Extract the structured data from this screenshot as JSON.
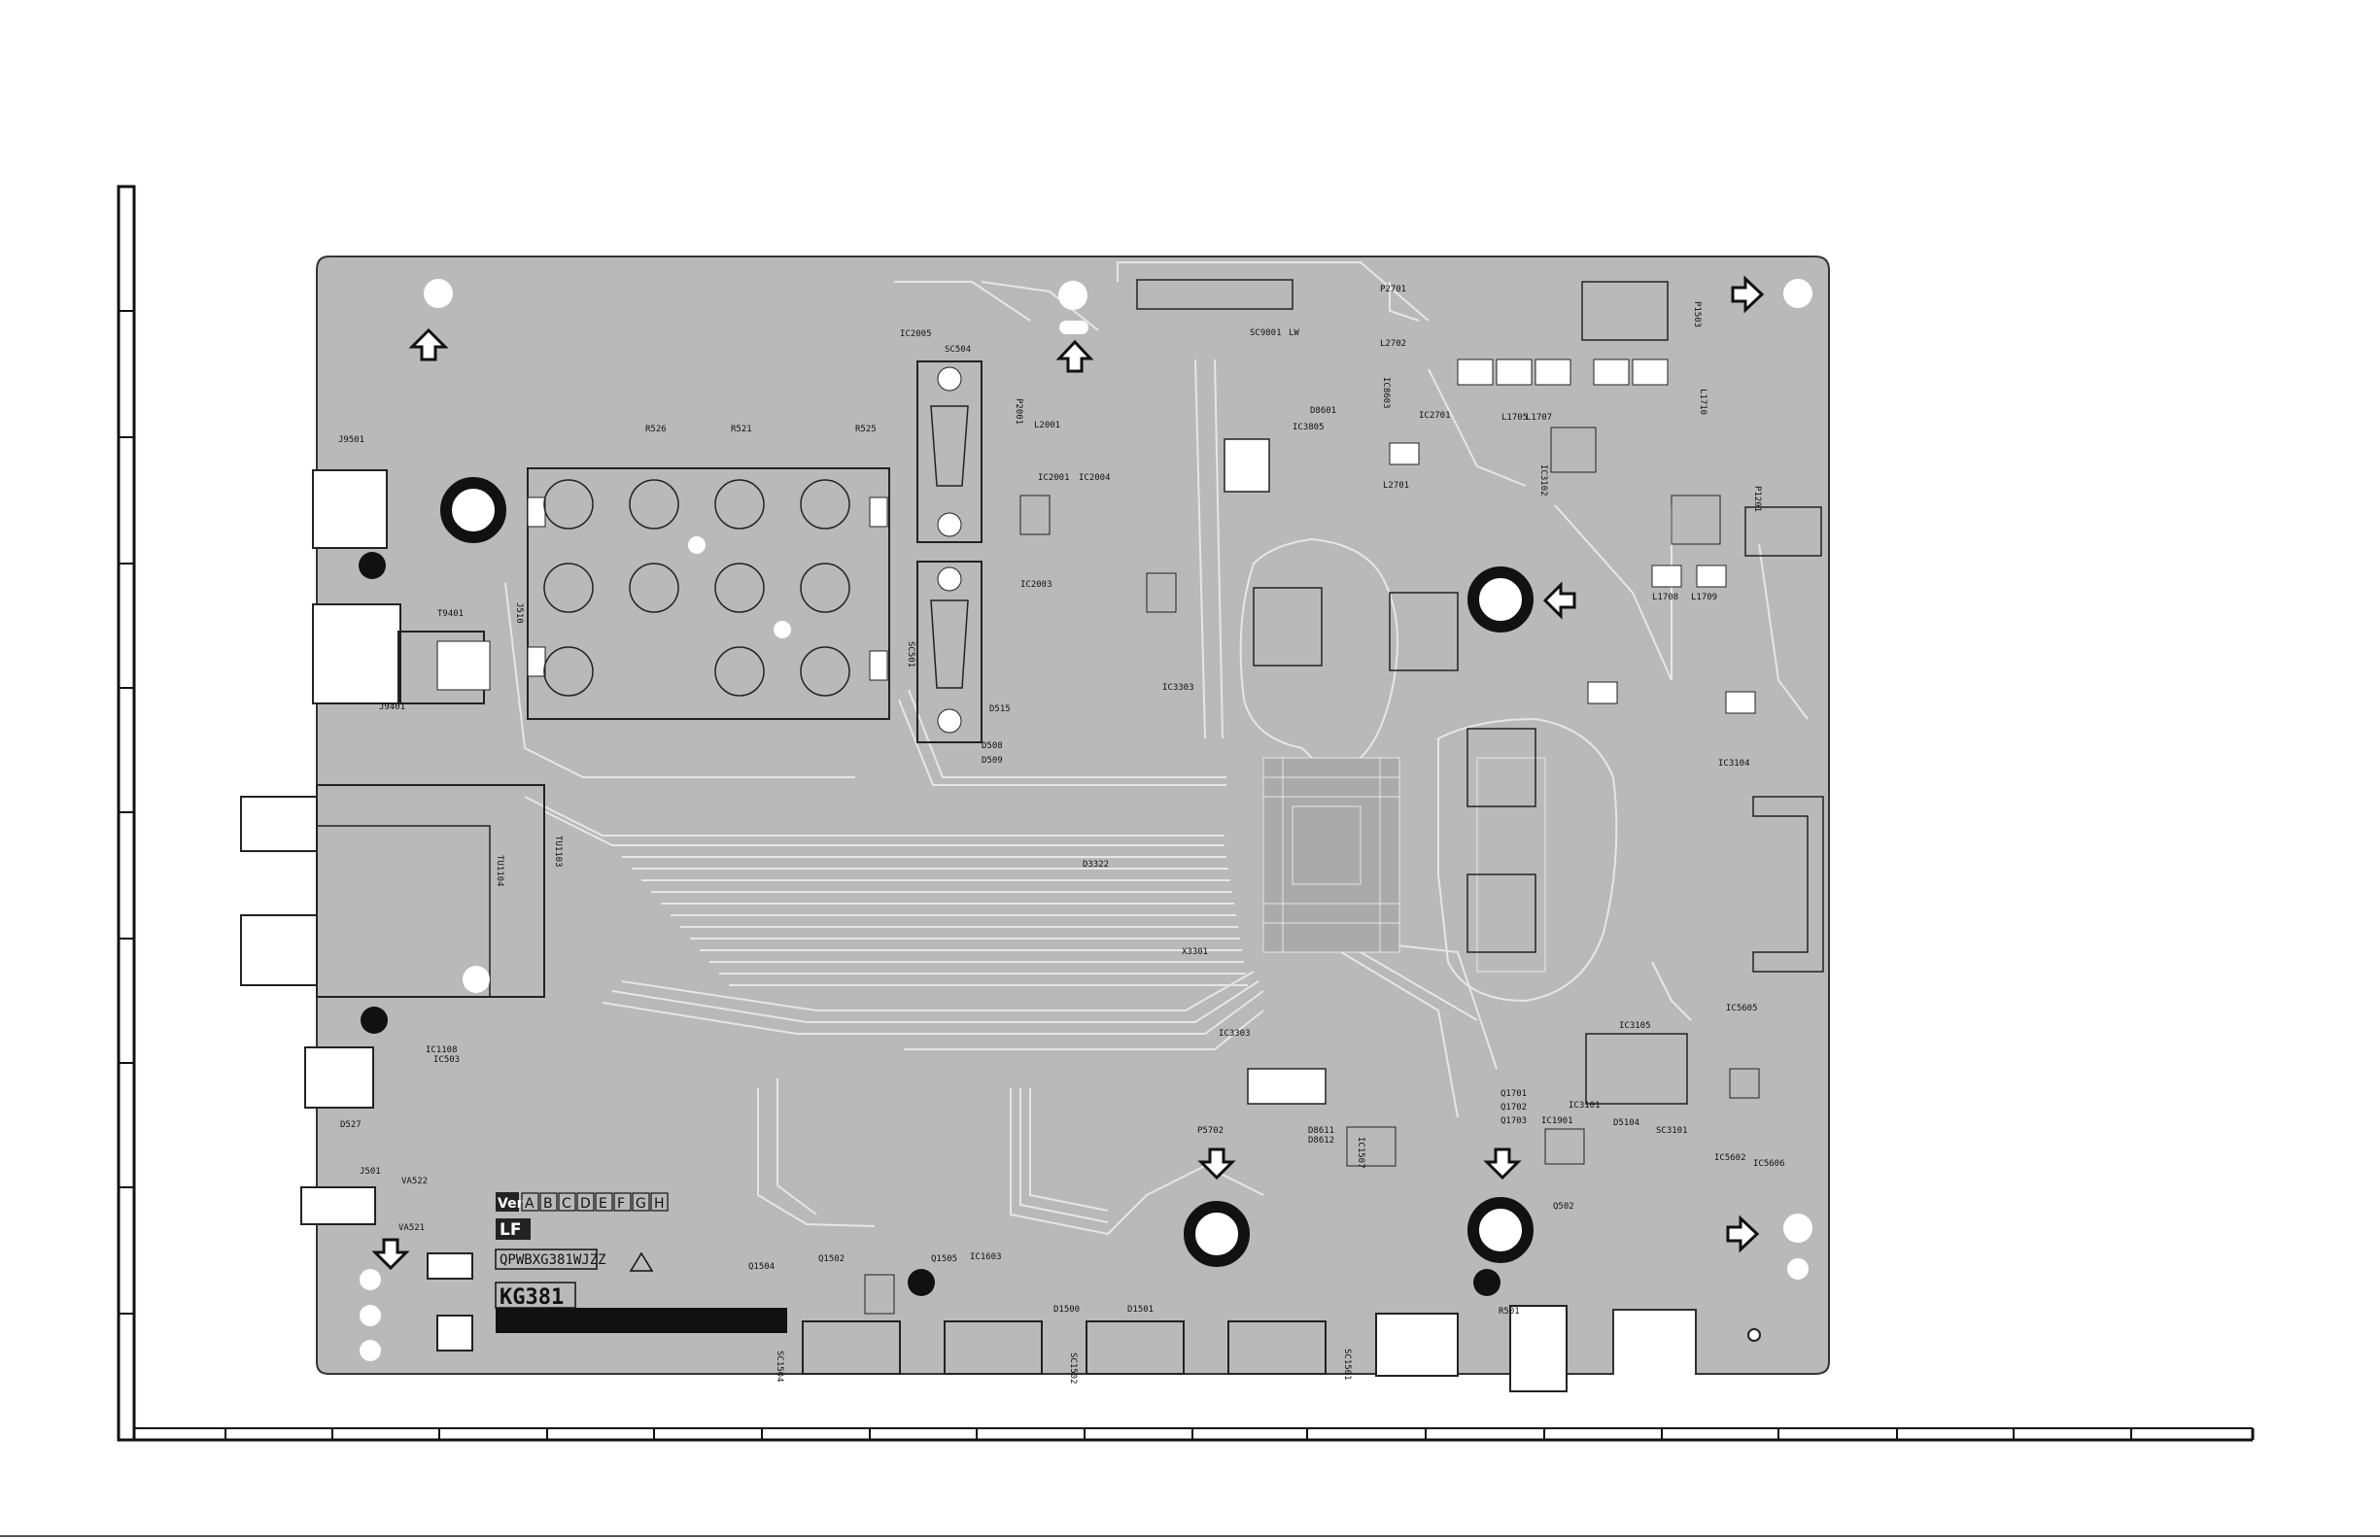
{
  "board": {
    "model_label": "KG381",
    "part_number_label": "QPWBXG381WJZZ",
    "lf_badge": "LF",
    "version_prefix": "Ver",
    "version_letters": [
      "A",
      "B",
      "C",
      "D",
      "E",
      "F",
      "G",
      "H"
    ],
    "caution_symbol": "⚠"
  },
  "colors": {
    "board_fill": "#b9b9b9",
    "trace": "#e6e6e6",
    "ink": "#111111",
    "page": "#ffffff"
  },
  "components": [
    {
      "id": "j9501",
      "label": "J9501"
    },
    {
      "id": "j9401",
      "label": "J9401"
    },
    {
      "id": "t9401",
      "label": "T9401"
    },
    {
      "id": "tu1103",
      "label": "TU1103"
    },
    {
      "id": "tu1104",
      "label": "TU1104"
    },
    {
      "id": "j501",
      "label": "J501"
    },
    {
      "id": "va522",
      "label": "VA522"
    },
    {
      "id": "va521",
      "label": "VA521"
    },
    {
      "id": "d527",
      "label": "D527"
    },
    {
      "id": "ic1108",
      "label": "IC1108"
    },
    {
      "id": "ic503",
      "label": "IC503"
    },
    {
      "id": "j510",
      "label": "J510"
    },
    {
      "id": "r526",
      "label": "R526"
    },
    {
      "id": "r521",
      "label": "R521"
    },
    {
      "id": "r525",
      "label": "R525"
    },
    {
      "id": "sc504",
      "label": "SC504"
    },
    {
      "id": "sc501",
      "label": "SC501"
    },
    {
      "id": "ic2005",
      "label": "IC2005"
    },
    {
      "id": "ic2001",
      "label": "IC2001"
    },
    {
      "id": "ic2004",
      "label": "IC2004"
    },
    {
      "id": "ic2003",
      "label": "IC2003"
    },
    {
      "id": "d515",
      "label": "D515"
    },
    {
      "id": "d508",
      "label": "D508"
    },
    {
      "id": "d509",
      "label": "D509"
    },
    {
      "id": "sc9801",
      "label": "SC9801"
    },
    {
      "id": "lw",
      "label": "LW"
    },
    {
      "id": "ic3805",
      "label": "IC3805"
    },
    {
      "id": "d8601",
      "label": "D8601"
    },
    {
      "id": "ic8603",
      "label": "IC8603"
    },
    {
      "id": "p2701",
      "label": "P2701"
    },
    {
      "id": "l2702",
      "label": "L2702"
    },
    {
      "id": "ic2701",
      "label": "IC2701"
    },
    {
      "id": "l2701",
      "label": "L2701"
    },
    {
      "id": "l1705",
      "label": "L1705"
    },
    {
      "id": "l1707",
      "label": "L1707"
    },
    {
      "id": "l1708",
      "label": "L1708"
    },
    {
      "id": "l1709",
      "label": "L1709"
    },
    {
      "id": "l1710",
      "label": "L1710"
    },
    {
      "id": "p1503",
      "label": "P1503"
    },
    {
      "id": "p1201",
      "label": "P1201"
    },
    {
      "id": "ic3102",
      "label": "IC3102"
    },
    {
      "id": "ic3104",
      "label": "IC3104"
    },
    {
      "id": "ic3101",
      "label": "IC3101"
    },
    {
      "id": "ic3105",
      "label": "IC3105"
    },
    {
      "id": "ic5605",
      "label": "IC5605"
    },
    {
      "id": "ic5606",
      "label": "IC5606"
    },
    {
      "id": "ic5602",
      "label": "IC5602"
    },
    {
      "id": "d5104",
      "label": "D5104"
    },
    {
      "id": "sc3101",
      "label": "SC3101"
    },
    {
      "id": "ic1901",
      "label": "IC1901"
    },
    {
      "id": "q1701",
      "label": "Q1701"
    },
    {
      "id": "q1702",
      "label": "Q1702"
    },
    {
      "id": "q1703",
      "label": "Q1703"
    },
    {
      "id": "p5702",
      "label": "P5702"
    },
    {
      "id": "d8611",
      "label": "D8611"
    },
    {
      "id": "d8612",
      "label": "D8612"
    },
    {
      "id": "ic1507",
      "label": "IC1507"
    },
    {
      "id": "ic1603",
      "label": "IC1603"
    },
    {
      "id": "q1502",
      "label": "Q1502"
    },
    {
      "id": "q1504",
      "label": "Q1504"
    },
    {
      "id": "q1505",
      "label": "Q1505"
    },
    {
      "id": "d1500",
      "label": "D1500"
    },
    {
      "id": "d1501",
      "label": "D1501"
    },
    {
      "id": "sc1502",
      "label": "SC1502"
    },
    {
      "id": "sc1501",
      "label": "SC1501"
    },
    {
      "id": "sc1504",
      "label": "SC1504"
    },
    {
      "id": "r501",
      "label": "R501"
    },
    {
      "id": "q502",
      "label": "Q502"
    },
    {
      "id": "d3322",
      "label": "D3322"
    },
    {
      "id": "ic3303",
      "label": "IC3303"
    },
    {
      "id": "x3301",
      "label": "X3301"
    },
    {
      "id": "p2001",
      "label": "P2001"
    },
    {
      "id": "ic3303b",
      "label": "IC3303"
    },
    {
      "id": "l2001",
      "label": "L2001"
    }
  ]
}
